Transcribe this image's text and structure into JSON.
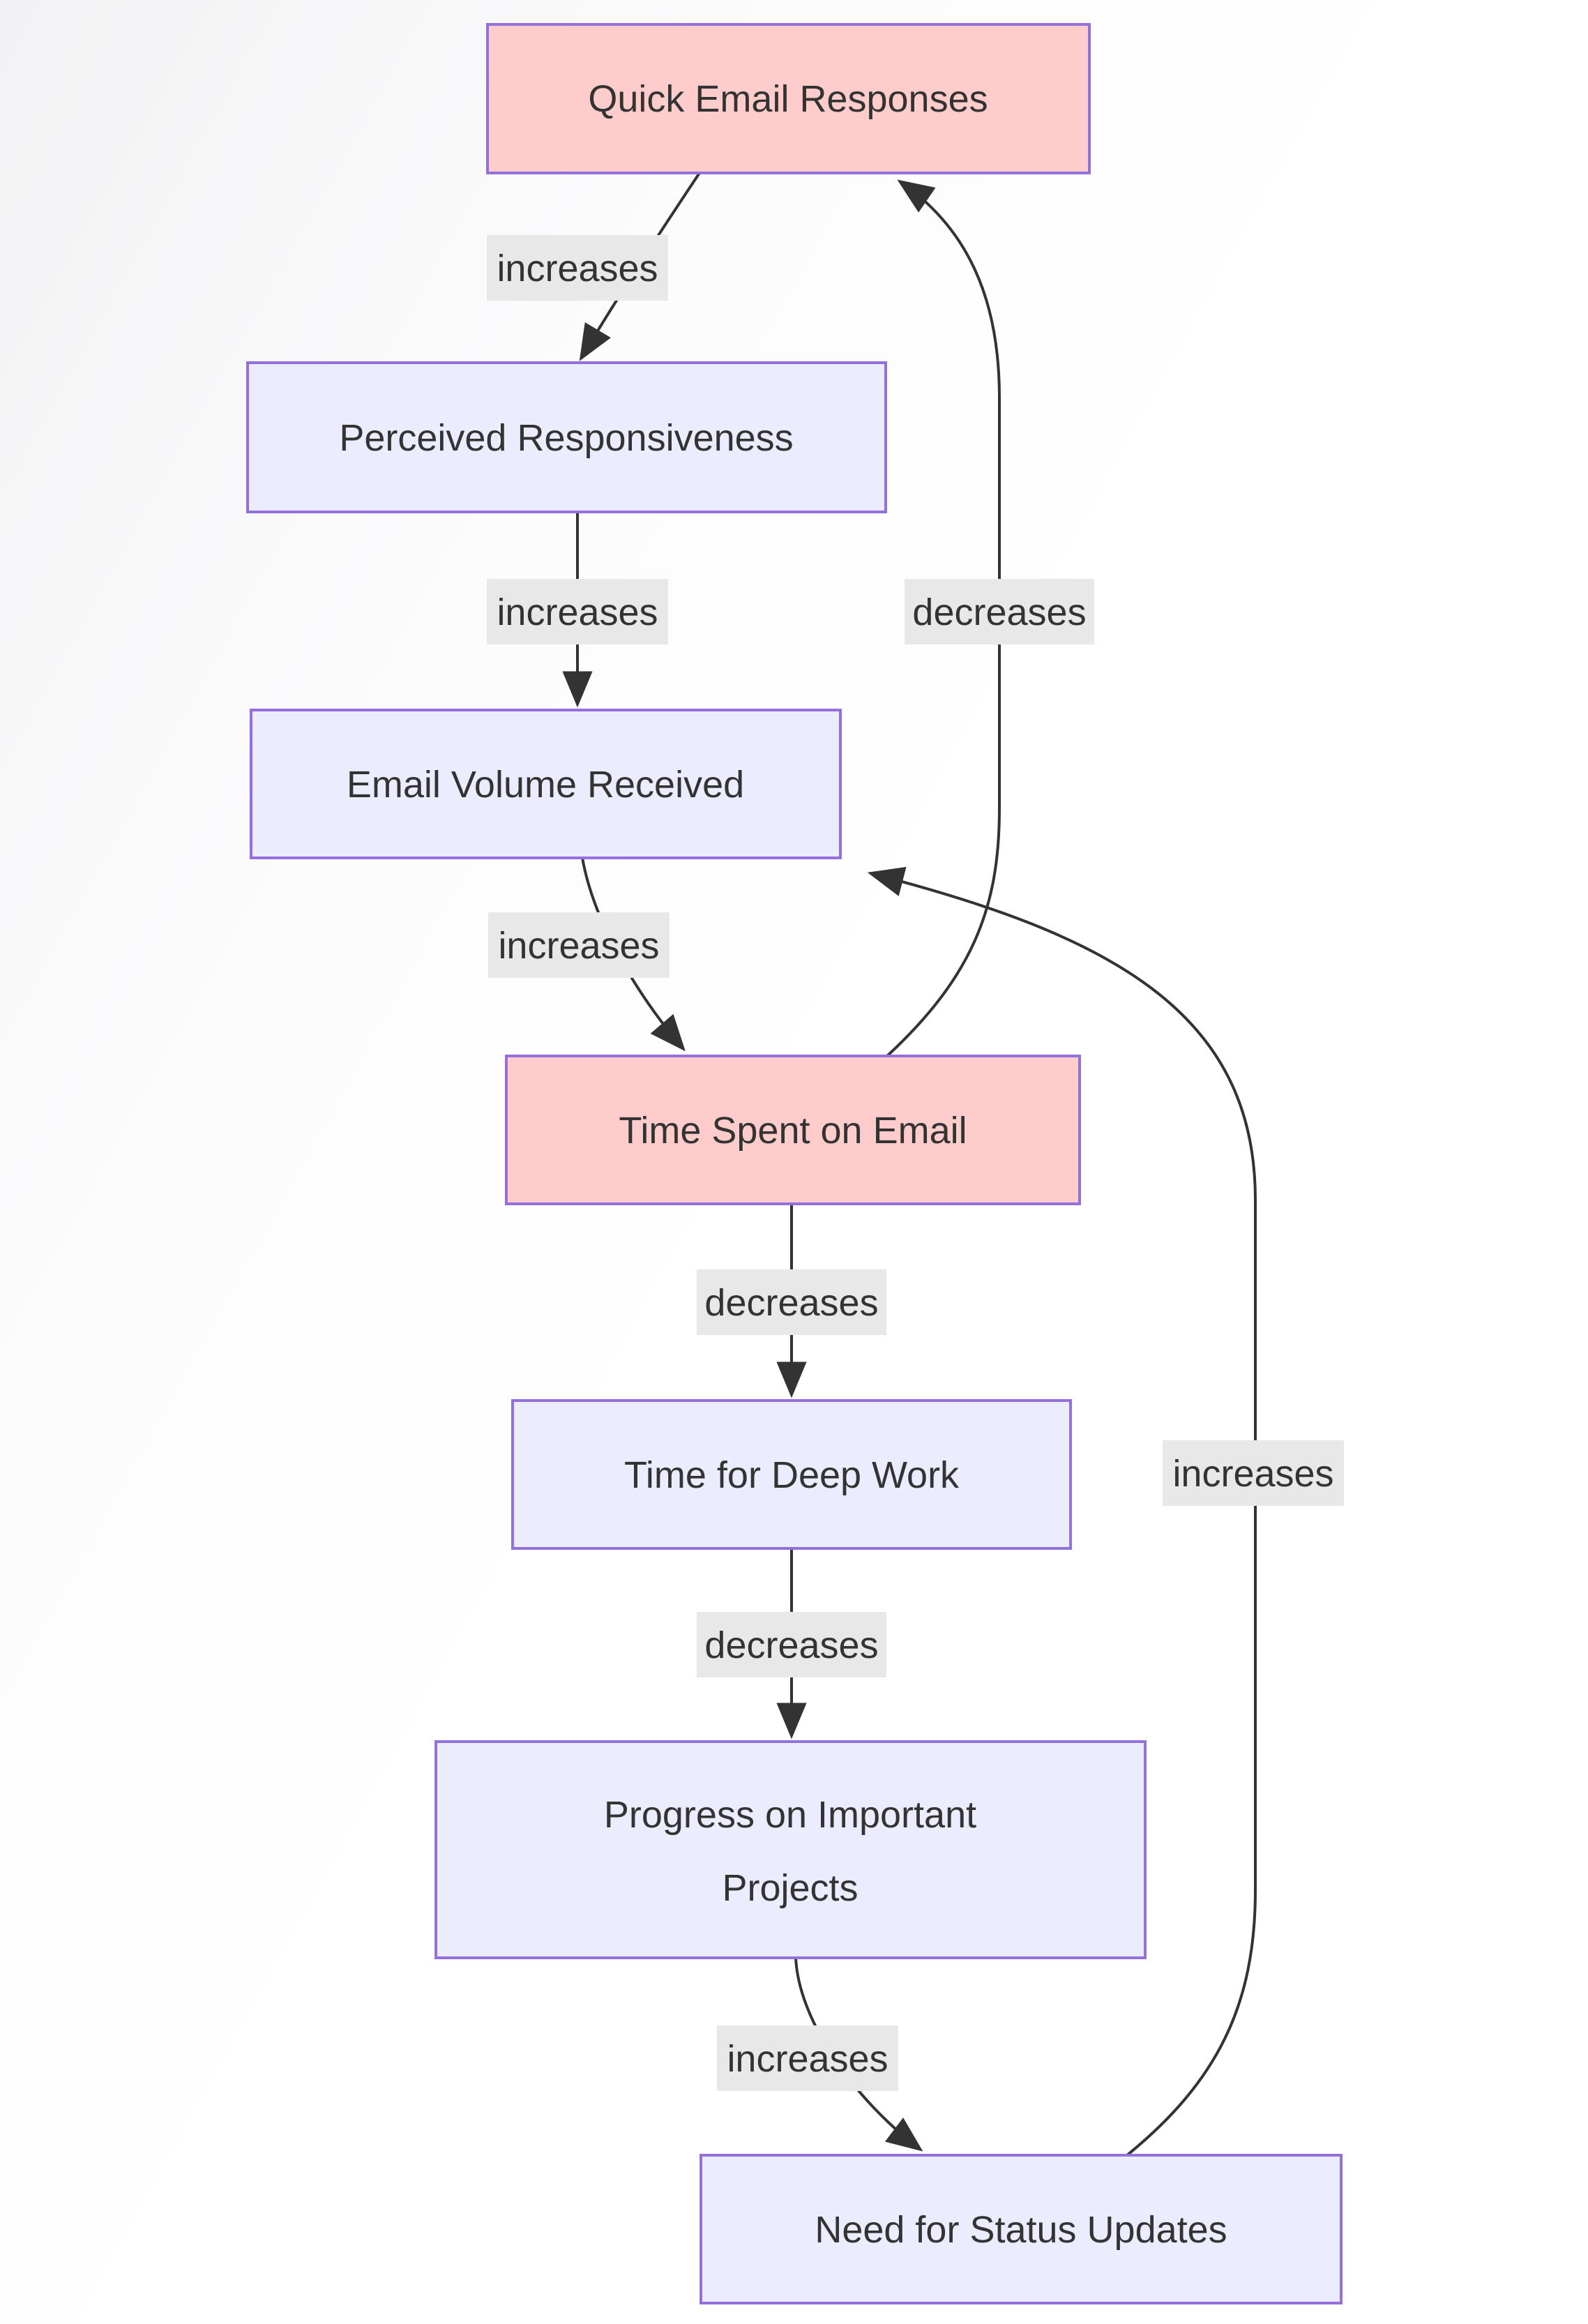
{
  "diagram": {
    "type": "flowchart",
    "direction": "top-down",
    "nodes": {
      "quick_email_responses": {
        "label": "Quick Email Responses",
        "style": "highlight"
      },
      "perceived_responsiveness": {
        "label": "Perceived Responsiveness",
        "style": "default"
      },
      "email_volume_received": {
        "label": "Email Volume Received",
        "style": "default"
      },
      "time_spent_on_email": {
        "label": "Time Spent on Email",
        "style": "highlight"
      },
      "time_for_deep_work": {
        "label": "Time for Deep Work",
        "style": "default"
      },
      "progress_on_important_projects": {
        "label": "Progress on Important Projects",
        "label_line1": "Progress on Important",
        "label_line2": "Projects",
        "style": "default"
      },
      "need_for_status_updates": {
        "label": "Need for Status Updates",
        "style": "default"
      }
    },
    "edges": [
      {
        "from": "Quick Email Responses",
        "to": "Perceived Responsiveness",
        "label": "increases"
      },
      {
        "from": "Perceived Responsiveness",
        "to": "Email Volume Received",
        "label": "increases"
      },
      {
        "from": "Email Volume Received",
        "to": "Time Spent on Email",
        "label": "increases"
      },
      {
        "from": "Time Spent on Email",
        "to": "Quick Email Responses",
        "label": "decreases"
      },
      {
        "from": "Time Spent on Email",
        "to": "Time for Deep Work",
        "label": "decreases"
      },
      {
        "from": "Time for Deep Work",
        "to": "Progress on Important Projects",
        "label": "decreases"
      },
      {
        "from": "Progress on Important Projects",
        "to": "Need for Status Updates",
        "label": "increases"
      },
      {
        "from": "Need for Status Updates",
        "to": "Email Volume Received",
        "label": "increases"
      }
    ],
    "colors": {
      "node_fill_default": "#ececff",
      "node_fill_highlight": "#ffcccc",
      "node_border": "#9370db",
      "edge_line": "#333333",
      "edge_label_bg": "#e8e8e8",
      "text": "#333333",
      "background": "#ffffff"
    }
  }
}
